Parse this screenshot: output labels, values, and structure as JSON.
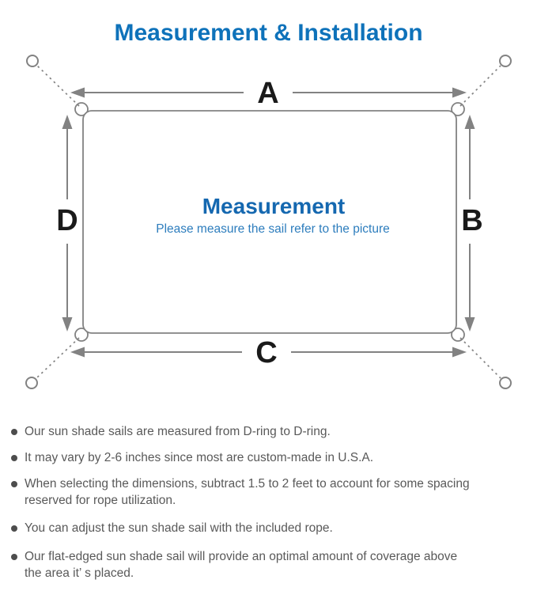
{
  "title": "Measurement & Installation",
  "diagram": {
    "side_labels": {
      "top": "A",
      "right": "B",
      "bottom": "C",
      "left": "D"
    },
    "center": {
      "heading": "Measurement",
      "subheading": "Please measure the sail refer to the picture"
    },
    "colors": {
      "title_blue": "#0e72ba",
      "heading_blue": "#1568b0",
      "subheading_blue": "#2d7dbd",
      "line_gray": "#828282",
      "label_black": "#1a1a1a",
      "note_gray": "#595959",
      "bullet_gray": "#4d4d4d"
    }
  },
  "notes": {
    "items": [
      "Our sun shade sails are measured from D-ring to D-ring.",
      "It may vary by 2-6 inches since most are custom-made in U.S.A.",
      "When selecting the dimensions, subtract 1.5 to 2 feet to account for some spacing\nreserved for rope utilization.",
      "You can adjust the sun shade sail with the included rope.",
      "Our flat-edged sun shade sail will provide an optimal amount of coverage above\nthe area it’ s placed."
    ]
  }
}
